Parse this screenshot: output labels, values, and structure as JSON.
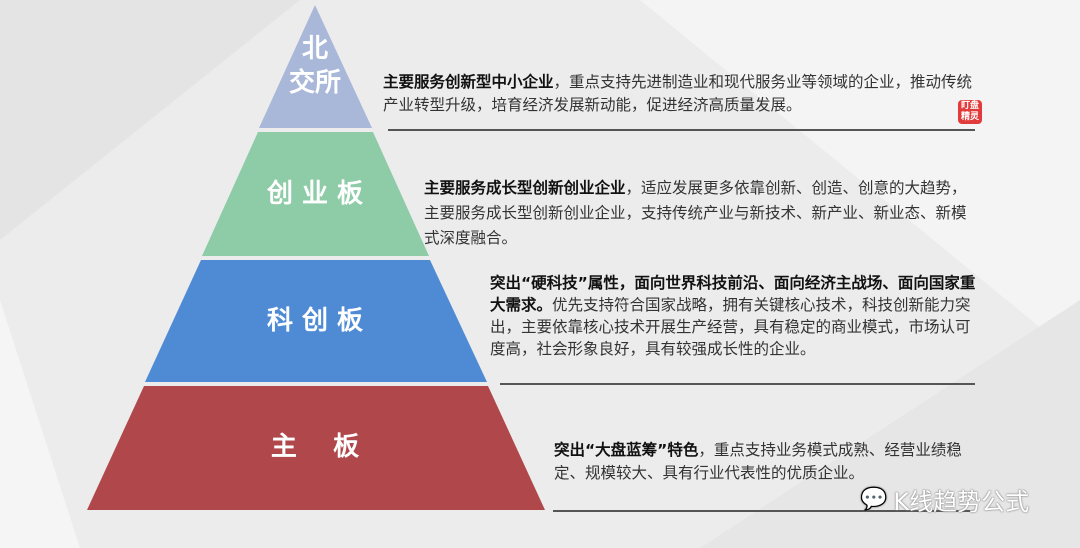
{
  "colors": {
    "top": "#a9b8d9",
    "second": "#8ecba7",
    "third": "#4f8bd5",
    "bottom": "#b0474a"
  },
  "tiers": [
    {
      "label": "北\n交所",
      "bold": "主要服务创新型中小企业",
      "text": "，重点支持先进制造业和现代服务业等领域的企业，推动传统产业转型升级，培育经济发展新动能，促进经济高质量发展。"
    },
    {
      "label": "创 业 板",
      "bold": "主要服务成长型创新创业企业",
      "text": "，适应发展更多依靠创新、创造、创意的大趋势，主要服务成长型创新创业企业，支持传统产业与新技术、新产业、新业态、新模式深度融合。"
    },
    {
      "label": "科 创 板",
      "bold": "突出“硬科技”属性，面向世界科技前沿、面向经济主战场、面向国家重大需求。",
      "text": "优先支持符合国家战略，拥有关键核心技术，科技创新能力突出，主要依靠核心技术开展生产经营，具有稳定的商业模式，市场认可度高，社会形象良好，具有较强成长性的企业。"
    },
    {
      "label": "主    板",
      "bold": "突出“大盘蓝筹”特色",
      "text": "，重点支持业务模式成熟、经营业绩稳定、规模较大、具有行业代表性的优质企业。"
    }
  ],
  "logo": "盯盘精灵",
  "watermark": "K线趋势公式",
  "watermark_icon": "wechat-icon"
}
